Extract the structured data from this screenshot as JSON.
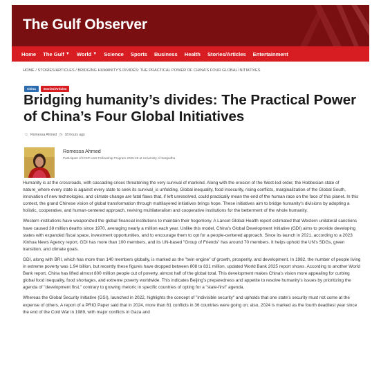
{
  "site": {
    "title": "The Gulf Observer"
  },
  "nav": {
    "items": [
      {
        "label": "Home",
        "dropdown": false
      },
      {
        "label": "The Gulf",
        "dropdown": true
      },
      {
        "label": "World",
        "dropdown": true
      },
      {
        "label": "Science",
        "dropdown": false
      },
      {
        "label": "Sports",
        "dropdown": false
      },
      {
        "label": "Business",
        "dropdown": false
      },
      {
        "label": "Health",
        "dropdown": false
      },
      {
        "label": "Stories/Articles",
        "dropdown": false
      },
      {
        "label": "Entertainment",
        "dropdown": false
      }
    ]
  },
  "breadcrumb": "HOME / STORIES/ARTICLES / BRIDGING HUMANITY'S DIVIDES: THE PRACTICAL POWER OF CHINA'S FOUR GLOBAL INITIATIVES",
  "tags": [
    "China",
    "Stories/Articles"
  ],
  "article": {
    "title": "Bridging humanity’s divides: The Practical Power of China’s Four Global Initiatives",
    "meta_author": "Romessa Ahmed",
    "meta_time": "18 hours ago",
    "author_name": "Romessa Ahmed",
    "author_role": "Participant of ICSP-UoS Fellowship Program 2025-26 at University of Sargodha",
    "paragraphs": [
      "Humanity is at the crossroads, with cascading crises threatening the very survival of mankind. Along with the erosion of the West-led order, the Hobbesian state of nature_where every state is against every state to seek its survival_is unfolding. Global inequality, food insecurity, rising conflicts, marginalization of the Global South, innovation of new technologies, and climate change are fatal flaws that, if left unresolved, could practically mean the end of the human race on the face of this planet. In this context, the grand Chinese vision of global transformation through multilayered initiatives brings hope. These initiatives aim to bridge humanity's divisions by adopting a holistic, cooperative, and human-centered approach, reviving multilateralism and cooperative institutions for the betterment of the whole humanity.",
      "Western institutions have weaponized the global financial institutions to maintain their hegemony. A Lancet Global Health report estimated that Western unilateral sanctions have caused 38 million deaths since 1970, averaging nearly a million each year. Unlike this model, China's Global Development Initiative (GDI) aims to provide developing states with expanded fiscal space, investment opportunities, and to encourage them to opt for a people-centered approach. Since its launch in 2021, according to a 2023 Xinhua News Agency report, GDI has more than 100 members, and its UN-based \"Group of Friends\" has around 70 members. It helps uphold the UN's SDGs, green transition, and climate goals.",
      "GDI, along with BRI, which has more than 140 members globally, is marked as the \"twin engine\" of growth, prosperity, and development. In 1982, the number of people living in extreme poverty was 1.94 billion, but recently these figures have dropped between 808 to 831 million, updated World Bank 2025 report shows. According to another World Bank report, China has lifted almost 800 million people out of poverty, almost half of the global total. This development makes China's vision more appealing for curbing global food inequality, food shortages, and extreme poverty worldwide. This indicates Beijing's preparedness and appetite to resolve humanity's issues by prioritizing the agenda of \"development first,\" contrary to growing rhetoric in specific countries of opting for a \"state-first\" agenda.",
      "Whereas the Global Security Initiative (GSI), launched in 2022, highlights the concept of \"indivisible security\" and upholds that one state's security must not come at the expense of others. A report of a PRIO Paper said that in 2024, more than 61 conflicts in 36 countries were going on; also, 2024 is marked as the fourth deadliest year since the end of the Cold War in 1989, with major conflicts in Gaza and"
    ]
  },
  "colors": {
    "masthead": "#7a0f12",
    "navbar": "#d71d22",
    "tag_blue": "#2b6cb0",
    "tag_red": "#d71d22"
  }
}
